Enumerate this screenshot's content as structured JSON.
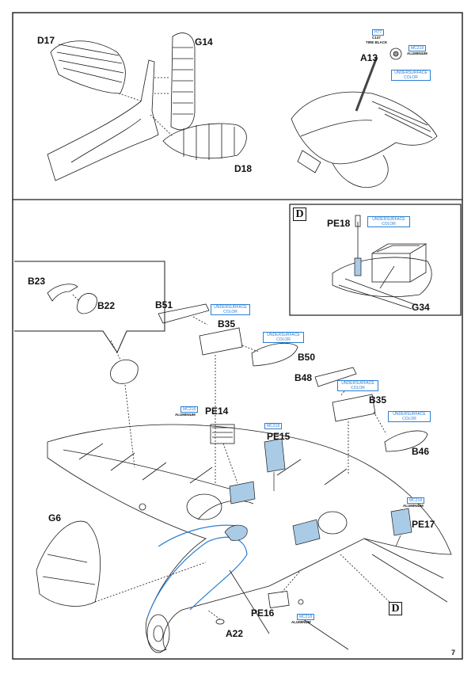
{
  "parts": {
    "d17": "D17",
    "g14": "G14",
    "d18": "D18",
    "a13": "A13",
    "pe18": "PE18",
    "g34": "G34",
    "b23": "B23",
    "b22": "B22",
    "b51": "B51",
    "b35a": "B35",
    "b50": "B50",
    "b48": "B48",
    "b35b": "B35",
    "b46": "B46",
    "pe14": "PE14",
    "pe15": "PE15",
    "pe17": "PE17",
    "g6": "G6",
    "pe16": "PE16",
    "a22": "A22"
  },
  "colors": {
    "h77": "H77",
    "c137": "C137",
    "tire_black": "TIRE BLACK",
    "mc218": "MC218",
    "aluminium": "ALUMINIUM",
    "aluminum": "ALUMINUM",
    "underside_line1": "UNDERSURFACE",
    "underside_line2": "COLOR",
    "underside_single": "UNDERSURFACE COLOR"
  },
  "section_marker": "D",
  "page_number": "7",
  "palette": {
    "callout_blue": "#2a7fd4",
    "fill_blue": "#a9cbe6",
    "line": "#1a1a1a"
  }
}
